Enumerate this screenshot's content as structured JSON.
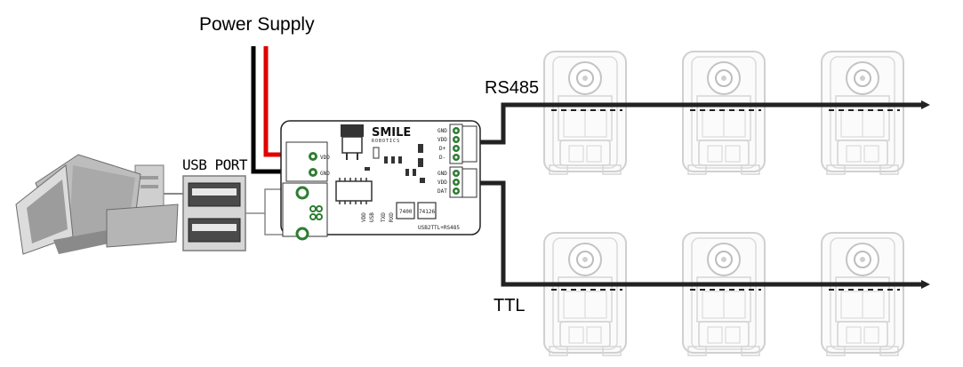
{
  "labels": {
    "power_supply": "Power Supply",
    "usb_port": "USB PORT",
    "rs485": "RS485",
    "ttl": "TTL"
  },
  "board": {
    "brand": "SMILE",
    "brand_sub": "ROBOTICS",
    "model": "USB2TTL+RS485",
    "power_pins": [
      "VDD",
      "GND"
    ],
    "rs485_pins": [
      "GND",
      "VDD",
      "D+",
      "D-"
    ],
    "ttl_pins": [
      "GND",
      "VDD",
      "DAT"
    ],
    "bottom_labels": [
      "VDD",
      "USB",
      "TXD",
      "RXD"
    ],
    "chip_labels": [
      "7400",
      "74126"
    ]
  },
  "colors": {
    "wire_red": "#e00000",
    "wire_black": "#000000",
    "bus": "#222222",
    "pcb_green": "#2e7d32"
  },
  "servos": {
    "rs485_count": 3,
    "ttl_count": 3
  }
}
